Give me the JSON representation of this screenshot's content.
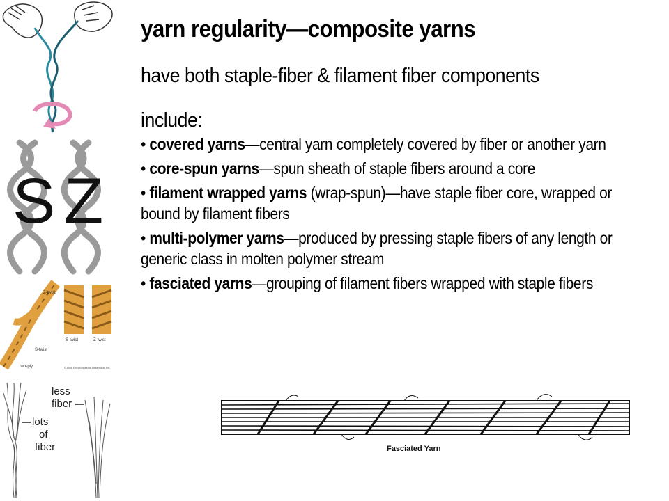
{
  "title": "yarn regularity—composite yarns",
  "subtitle": "have both staple-fiber & filament fiber components",
  "intro": "include:",
  "bullets": [
    {
      "term": "covered yarns",
      "rest": "—central yarn completely covered by fiber or another yarn"
    },
    {
      "term": "core-spun yarns",
      "rest": "—spun sheath of staple fibers around a core"
    },
    {
      "term": "filament wrapped yarns",
      "rest": " (wrap-spun)—have staple fiber core, wrapped or bound by filament fibers"
    },
    {
      "term": "multi-polymer yarns",
      "rest": "—produced by pressing staple fibers of any length or generic class in molten polymer stream"
    },
    {
      "term": "fasciated yarns",
      "rest": "—grouping of filament fibers wrapped with staple fibers"
    }
  ],
  "figures": {
    "sz_twist": {
      "s_label": "S",
      "z_label": "Z"
    },
    "twist_photo": {
      "z_twist_label": "Z-twist",
      "s_twist_label": "S-twist",
      "two_ply_label": "two-ply",
      "s_twist_caption": "S-twist",
      "z_twist_caption": "Z-twist",
      "copyright": "©1998 Encyclopaedia Britannica, Inc."
    },
    "fiber_drawing": {
      "less_fiber_label_1": "less",
      "less_fiber_label_2": "fiber",
      "lots_label_1": "lots",
      "lots_label_2": "of",
      "lots_label_3": "fiber"
    },
    "fasciated": {
      "caption": "Fasciated Yarn"
    }
  },
  "colors": {
    "teal_yarn": "#2a8aa0",
    "pink_arrow": "#e58ab5",
    "rope_orange": "#e0a040",
    "rope_dark": "#8a5a18",
    "grey_twist": "#9a9a9a"
  }
}
